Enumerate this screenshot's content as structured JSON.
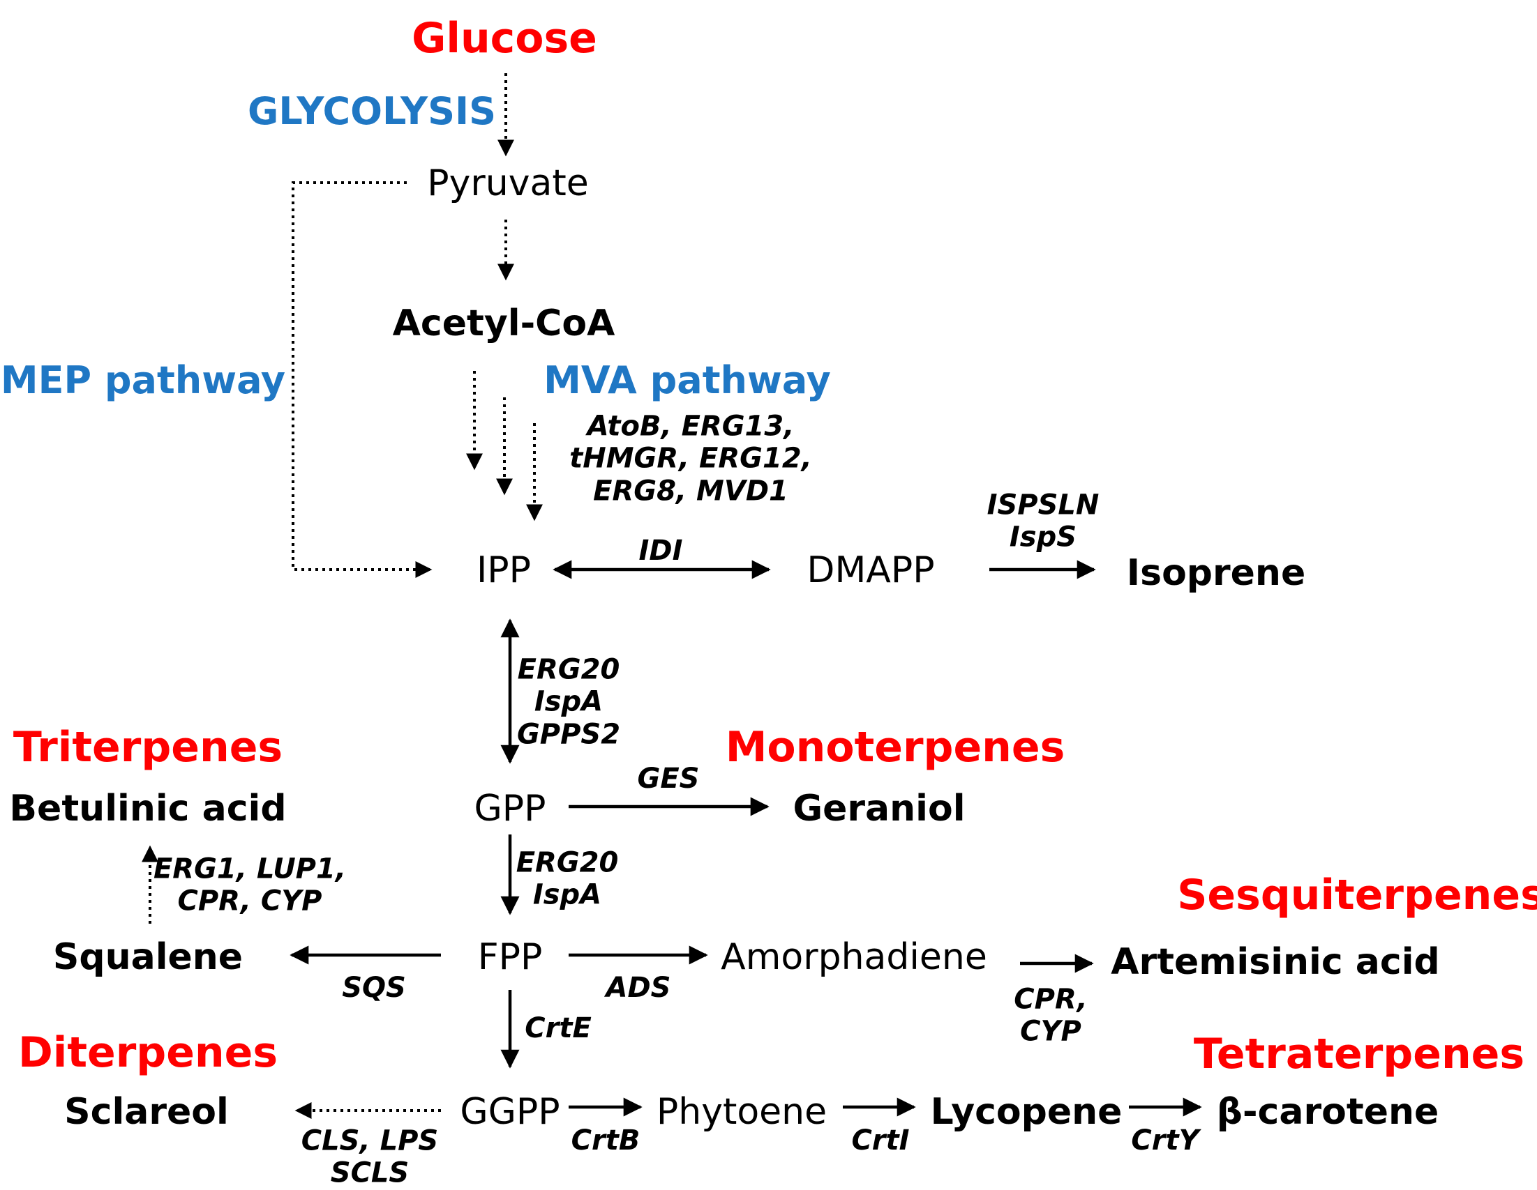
{
  "categories": {
    "glucose": "Glucose",
    "triterpenes": "Triterpenes",
    "monoterpenes": "Monoterpenes",
    "sesquiterpenes": "Sesquiterpenes",
    "diterpenes": "Diterpenes",
    "tetraterpenes": "Tetraterpenes"
  },
  "pathways": {
    "glycolysis": "GLYCOLYSIS",
    "mep": "MEP pathway",
    "mva": "MVA pathway"
  },
  "compounds": {
    "pyruvate": "Pyruvate",
    "acetyl_coa": "Acetyl-CoA",
    "ipp": "IPP",
    "dmapp": "DMAPP",
    "isoprene": "Isoprene",
    "gpp": "GPP",
    "geraniol": "Geraniol",
    "betulinic_acid": "Betulinic acid",
    "squalene": "Squalene",
    "fpp": "FPP",
    "amorphadiene": "Amorphadiene",
    "artemisinic_acid": "Artemisinic acid",
    "ggpp": "GGPP",
    "phytoene": "Phytoene",
    "lycopene": "Lycopene",
    "beta_carotene": "β-carotene",
    "sclareol": "Sclareol"
  },
  "enzymes": {
    "mva_genes": "AtoB, ERG13,\ntHMGR, ERG12,\nERG8, MVD1",
    "idi": "IDI",
    "isps": "ISPSLN\nIspS",
    "gpp_synth": "ERG20\nIspA\nGPPS2",
    "ges": "GES",
    "fpp_synth": "ERG20\nIspA",
    "betulinic": "ERG1, LUP1,\nCPR, CYP",
    "sqs": "SQS",
    "ads": "ADS",
    "art": "CPR,\nCYP",
    "crte": "CrtE",
    "crtb": "CrtB",
    "crti": "CrtI",
    "crty": "CrtY",
    "sclareol_genes": "CLS, LPS\nSCLS"
  },
  "colors": {
    "category": "#ff0000",
    "pathway": "#1f77c4",
    "text": "#000000"
  }
}
